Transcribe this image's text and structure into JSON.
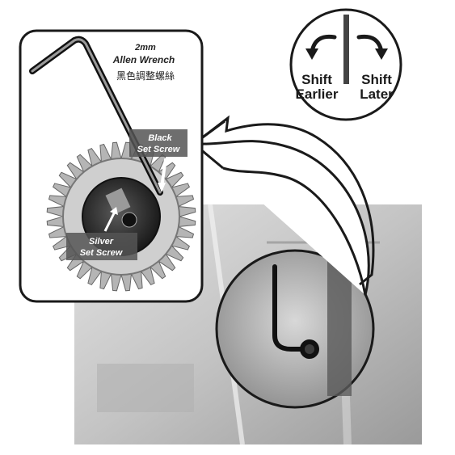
{
  "labels": {
    "wrench_size": "2mm",
    "wrench_name": "Allen Wrench",
    "wrench_chinese": "黑色調整螺絲",
    "black_screw_line1": "Black",
    "black_screw_line2": "Set Screw",
    "silver_screw_line1": "Silver",
    "silver_screw_line2": "Set Screw",
    "shift_left_line1": "Shift",
    "shift_left_line2": "Earlier",
    "shift_right_line1": "Shift",
    "shift_right_line2": "Later"
  },
  "colors": {
    "photo_bg": "#c9c9c9",
    "gear": "#b5b5b5",
    "hub": "#2a2a2a",
    "outline": "#1a1a1a"
  },
  "icons": [
    "curved-arrow-left-icon",
    "curved-arrow-right-icon",
    "pointer-arrow-icon"
  ]
}
